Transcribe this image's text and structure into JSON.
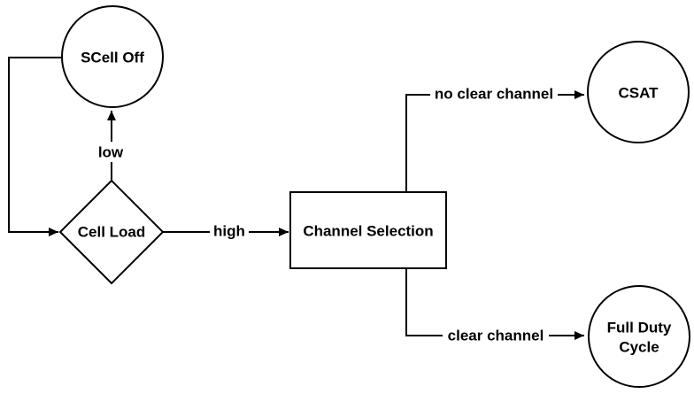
{
  "diagram": {
    "type": "flowchart",
    "background_color": "#ffffff",
    "stroke_color": "#000000",
    "text_color": "#000000",
    "nodes": [
      {
        "id": "scell-off",
        "shape": "circle",
        "label": "SCell Off"
      },
      {
        "id": "cell-load",
        "shape": "diamond",
        "label": "Cell Load"
      },
      {
        "id": "channel-selection",
        "shape": "rectangle",
        "label": "Channel Selection"
      },
      {
        "id": "csat",
        "shape": "circle",
        "label": "CSAT"
      },
      {
        "id": "full-duty-cycle",
        "shape": "circle",
        "label": "Full Duty Cycle",
        "label_line1": "Full Duty",
        "label_line2": "Cycle"
      }
    ],
    "edges": [
      {
        "from": "scell-off",
        "to": "cell-load",
        "label": ""
      },
      {
        "from": "cell-load",
        "to": "scell-off",
        "label": "low"
      },
      {
        "from": "cell-load",
        "to": "channel-selection",
        "label": "high"
      },
      {
        "from": "channel-selection",
        "to": "csat",
        "label": "no clear channel"
      },
      {
        "from": "channel-selection",
        "to": "full-duty-cycle",
        "label": "clear channel"
      }
    ]
  }
}
